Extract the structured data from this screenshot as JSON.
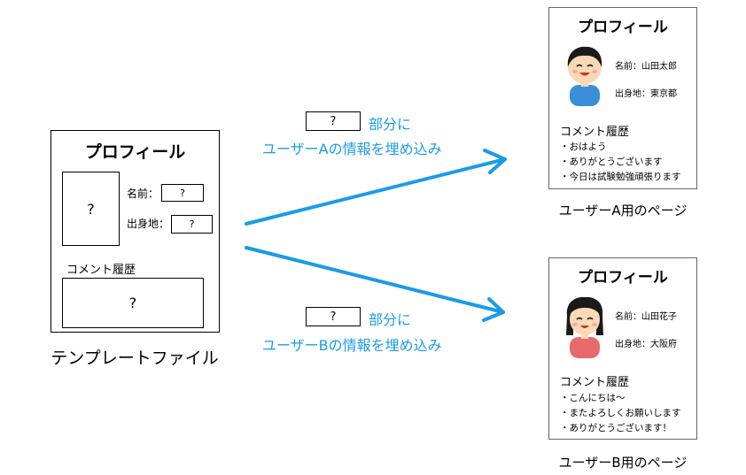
{
  "template": {
    "title": "プロフィール",
    "photo_placeholder": "?",
    "name_label": "名前：",
    "name_value": "?",
    "birthplace_label": "出身地：",
    "birthplace_value": "?",
    "history_label": "コメント履歴",
    "history_value": "?",
    "caption": "テンプレートファイル"
  },
  "arrows": {
    "a": {
      "placeholder": "?",
      "label_1": "部分に",
      "label_2": "ユーザーAの情報を埋め込み"
    },
    "b": {
      "placeholder": "?",
      "label_1": "部分に",
      "label_2": "ユーザーBの情報を埋め込み"
    }
  },
  "pages": {
    "a": {
      "title": "プロフィール",
      "name": "名前：山田太郎",
      "birthplace": "出身地：東京都",
      "history_label": "コメント履歴",
      "history": [
        "・おはよう",
        "・ありがとうございます",
        "・今日は試験勉強頑張ります"
      ],
      "caption": "ユーザーA用のページ"
    },
    "b": {
      "title": "プロフィール",
      "name": "名前：山田花子",
      "birthplace": "出身地：大阪府",
      "history_label": "コメント履歴",
      "history": [
        "・こんにちは〜",
        "・またよろしくお願いします",
        "・ありがとうございます！"
      ],
      "caption": "ユーザーB用のページ"
    }
  },
  "colors": {
    "accent": "#1a9be8",
    "boy_shirt": "#3b8ed8",
    "girl_shirt": "#e86a6a",
    "skin": "#fbd9b5",
    "hair": "#1a1a1a"
  }
}
